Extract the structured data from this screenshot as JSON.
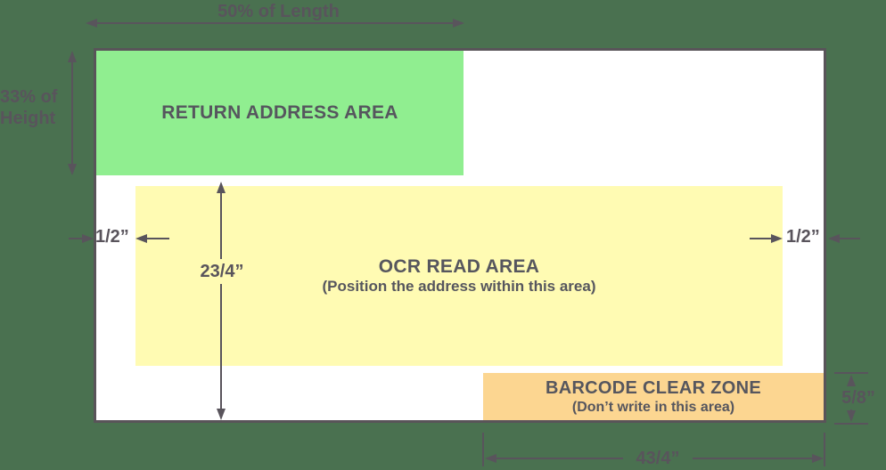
{
  "title": "Envelope addressing zones diagram",
  "colors": {
    "background": "#4a7150",
    "envelope_bg": "#ffffff",
    "envelope_border": "#595459",
    "return_zone": "#90ee90",
    "ocr_zone": "#fffbb3",
    "barcode_zone": "#fcd691",
    "annotation": "#59545c",
    "zone_text": "#56565e"
  },
  "zones": {
    "return_address": {
      "title": "RETURN ADDRESS AREA"
    },
    "ocr": {
      "title": "OCR READ AREA",
      "subtitle": "(Position the address within this area)"
    },
    "barcode": {
      "title": "BARCODE CLEAR ZONE",
      "subtitle": "(Don’t write in this area)"
    }
  },
  "dimensions": {
    "top_width": "50% of Length",
    "left_height": "33% of Height",
    "left_margin": "1/2”",
    "right_margin": "1/2”",
    "ocr_height": "23/4”",
    "barcode_height": "5/8”",
    "barcode_width": "43/4”"
  }
}
